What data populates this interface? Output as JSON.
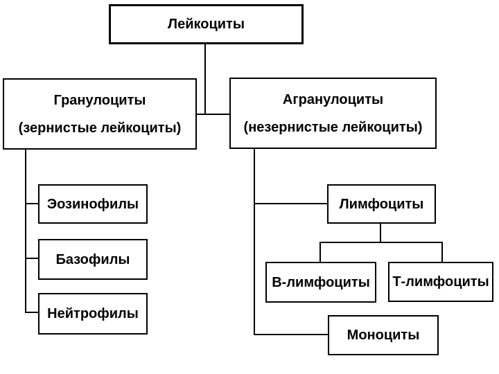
{
  "diagram": {
    "type": "tree",
    "topic": "Classification of leukocytes",
    "colors": {
      "background": "#ffffff",
      "line": "#000000",
      "box_fill": "#ffffff",
      "text": "#000000"
    },
    "nodes": {
      "leukocytes": {
        "label": "Лейкоциты"
      },
      "granulocytes": {
        "title": "Гранулоциты",
        "subtitle": "(зернистые лейкоциты)"
      },
      "agranulocytes": {
        "title": "Агранулоциты",
        "subtitle": "(незернистые лейкоциты)"
      },
      "eosinophils": {
        "label": "Эозинофилы"
      },
      "basophils": {
        "label": "Базофилы"
      },
      "neutrophils": {
        "label": "Нейтрофилы"
      },
      "lymphocytes": {
        "label": "Лимфоциты"
      },
      "b_lymphocytes": {
        "label": "В-лимфоциты"
      },
      "t_lymphocytes": {
        "label": "Т-лимфоциты"
      },
      "monocytes": {
        "label": "Моноциты"
      }
    },
    "edges": [
      [
        "leukocytes",
        "granulocytes"
      ],
      [
        "leukocytes",
        "agranulocytes"
      ],
      [
        "granulocytes",
        "eosinophils"
      ],
      [
        "granulocytes",
        "basophils"
      ],
      [
        "granulocytes",
        "neutrophils"
      ],
      [
        "agranulocytes",
        "lymphocytes"
      ],
      [
        "agranulocytes",
        "monocytes"
      ],
      [
        "lymphocytes",
        "b_lymphocytes"
      ],
      [
        "lymphocytes",
        "t_lymphocytes"
      ]
    ]
  }
}
